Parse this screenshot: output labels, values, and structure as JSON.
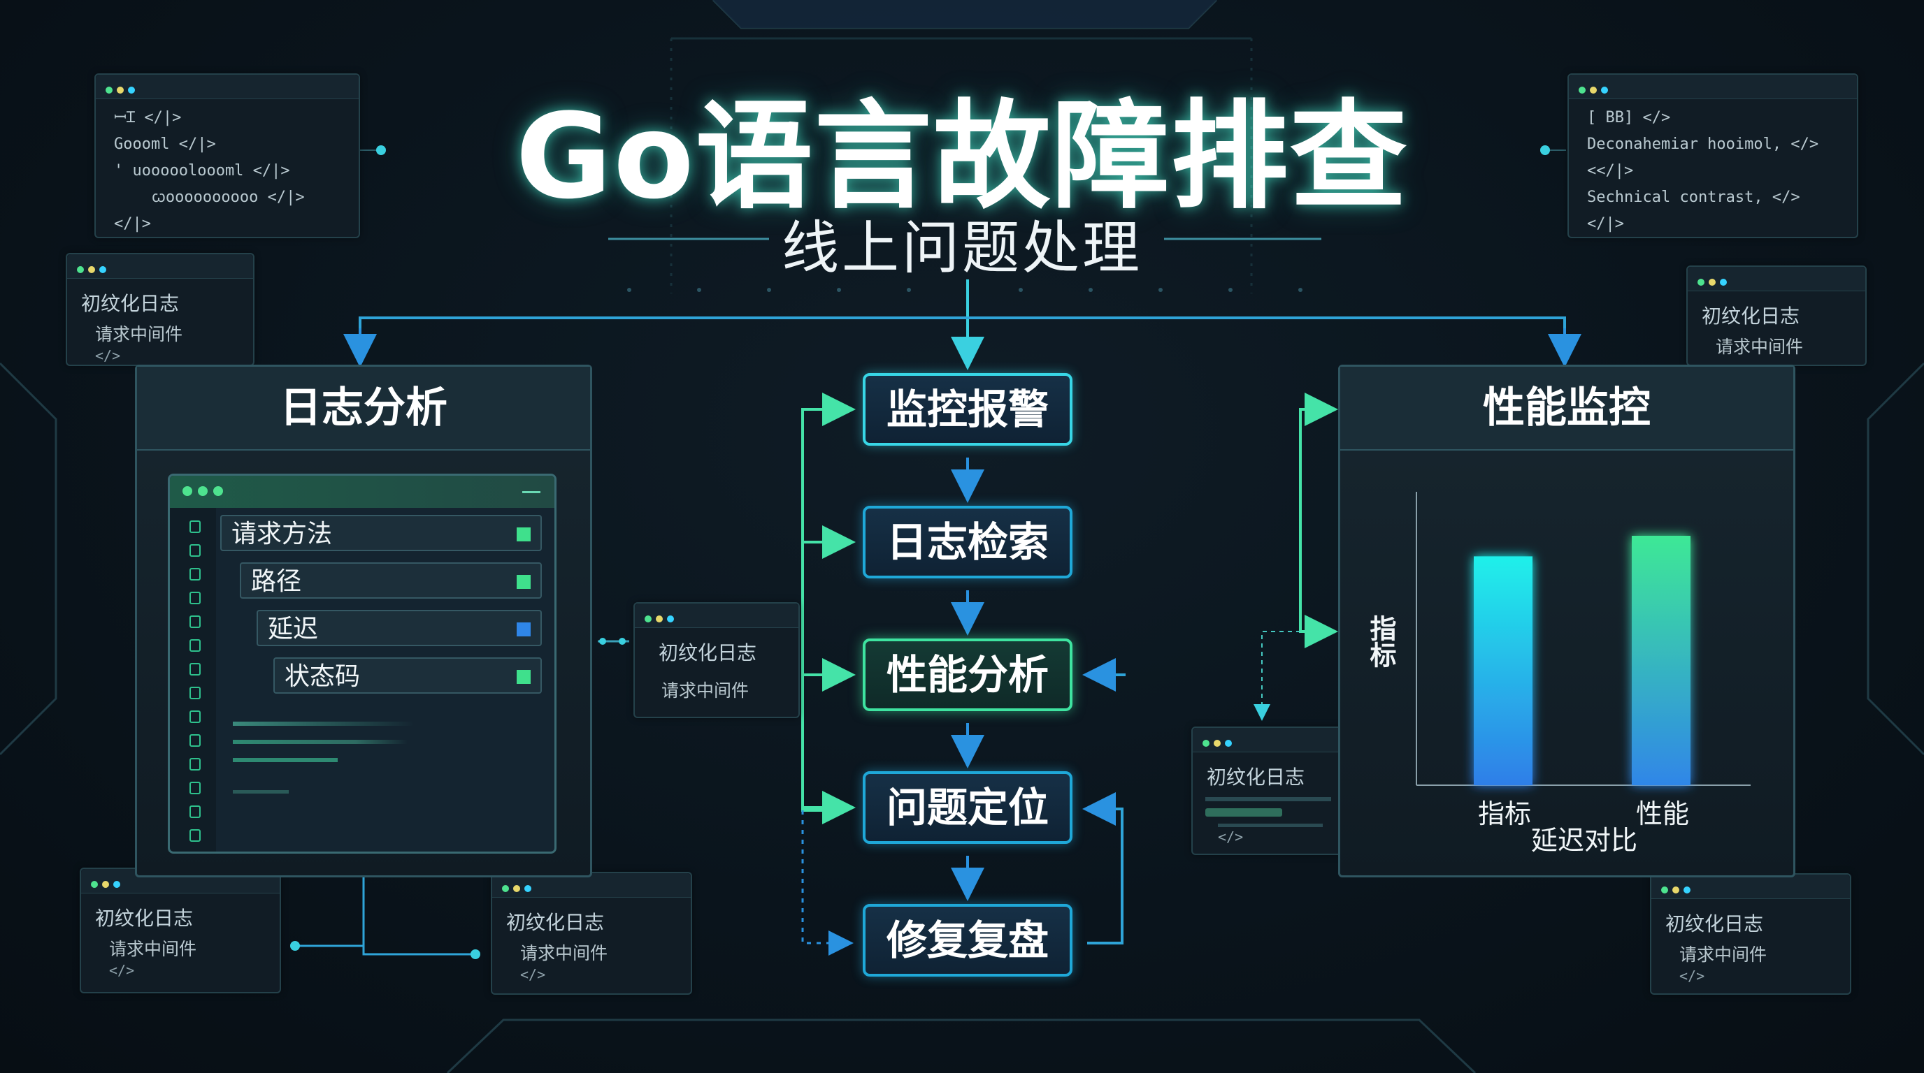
{
  "title": "Go语言故障排查",
  "subtitle": "线上问题处理",
  "left_panel": {
    "title": "日志分析",
    "fields": [
      {
        "label": "请求方法",
        "color": "#3fe08c"
      },
      {
        "label": "路径",
        "color": "#3fe08c"
      },
      {
        "label": "延迟",
        "color": "#2f86e8"
      },
      {
        "label": "状态码",
        "color": "#3fe08c"
      }
    ]
  },
  "flow": {
    "steps": [
      "监控报警",
      "日志检索",
      "性能分析",
      "问题定位",
      "修复复盘"
    ]
  },
  "right_panel": {
    "title": "性能监控"
  },
  "chart_data": {
    "type": "bar",
    "categories": [
      "指标",
      "性能"
    ],
    "values": [
      78,
      85
    ],
    "xlabel": "延迟对比",
    "ylabel": "指标",
    "ylim": [
      0,
      100
    ],
    "grid": false,
    "colors": [
      "#22e4f0",
      "#3be69a"
    ]
  },
  "mini_windows": {
    "label_main": "初纹化日志",
    "label_sub": "请求中间件",
    "label_tag": "</>"
  },
  "code_windows": {
    "top_left": [
      "ꟷꞮ </|>",
      "Goooml </|>",
      "' uoooooloooml </|>",
      "ꞷoooooooooo </|>",
      "</|>"
    ],
    "top_right": [
      "[ BB] </>",
      "Deconahemiar hooimol, </>",
      "<</|>",
      "Sechnical contrast, </>",
      "</|>"
    ]
  }
}
